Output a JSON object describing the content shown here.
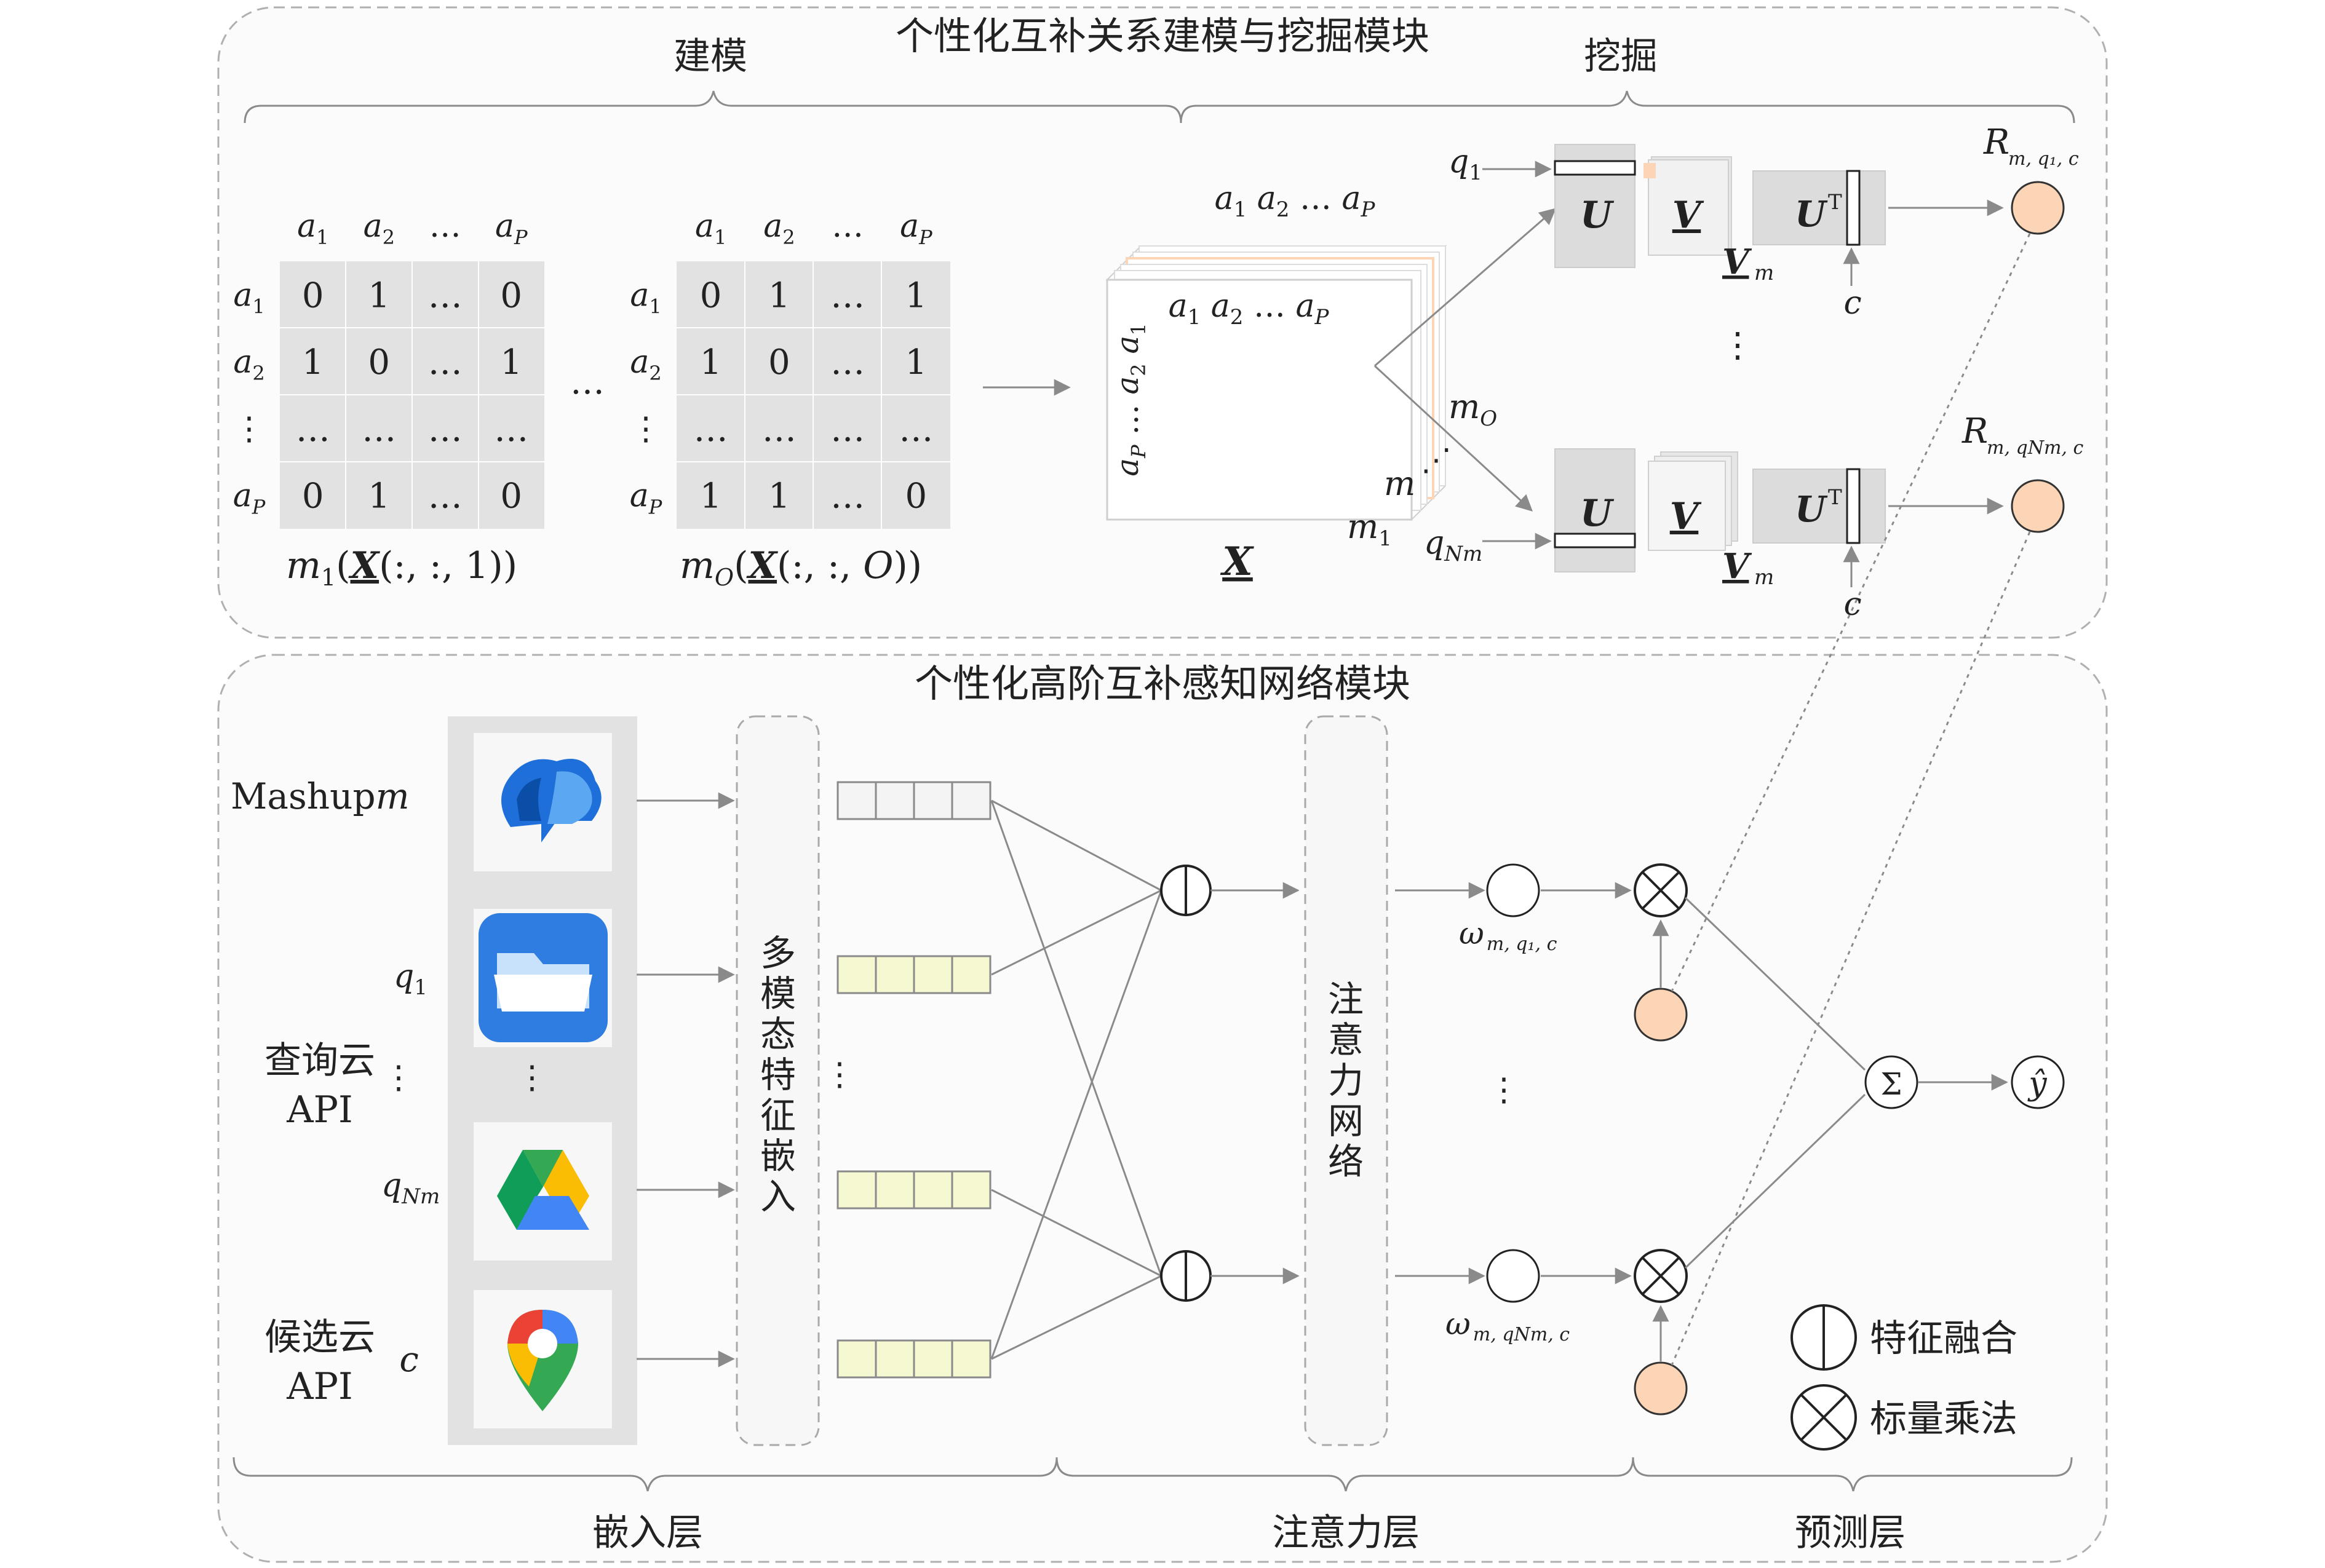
{
  "top_module": {
    "title": "个性化互补关系建模与挖掘模块",
    "modeling_label": "建模",
    "mining_label": "挖掘"
  },
  "matrix_1": {
    "col_headers": [
      "a",
      "a",
      "…",
      "a"
    ],
    "col_subs": [
      "1",
      "2",
      "",
      "P"
    ],
    "row_headers": [
      "a",
      "a",
      "⋮",
      "a"
    ],
    "row_subs": [
      "1",
      "2",
      "",
      "P"
    ],
    "rows": [
      [
        "0",
        "1",
        "…",
        "0"
      ],
      [
        "1",
        "0",
        "…",
        "1"
      ],
      [
        "…",
        "…",
        "…",
        "…"
      ],
      [
        "0",
        "1",
        "…",
        "0"
      ]
    ],
    "caption": "m₁(X(:, :, 1))"
  },
  "matrix_dots": "…",
  "matrix_2": {
    "rows": [
      [
        "0",
        "1",
        "…",
        "1"
      ],
      [
        "1",
        "0",
        "…",
        "1"
      ],
      [
        "…",
        "…",
        "…",
        "…"
      ],
      [
        "1",
        "1",
        "…",
        "0"
      ]
    ],
    "caption": "mO(X(:, :, O))"
  },
  "tensor": {
    "label": "X",
    "front_cols": "a₁  a₂  …  aP",
    "back_cols": "a₁  a₂  …  aP",
    "left_rows": "aP … a₂  a₁",
    "slice_mO": "mO",
    "slice_m": "m",
    "slice_m1": "m₁",
    "dots": "⋰"
  },
  "mining": {
    "q1": "q₁",
    "qNm": "qNm",
    "U": "U",
    "V": "V",
    "UT": "Uᵀ",
    "Vm": "V",
    "Vm_sub": "m",
    "c": "c",
    "vdots": "⋮",
    "R_top": "R",
    "R_top_sub": "m, q₁, c",
    "R_bottom": "R",
    "R_bottom_sub": "m, qNm, c"
  },
  "bottom_module": {
    "title": "个性化高阶互补感知网络模块",
    "mashup_label": "Mashupm",
    "q1": "q₁",
    "query_label_1": "查询云",
    "query_label_2": "API",
    "vdots": "⋮",
    "qNm": "qNm",
    "cand_label_1": "候选云",
    "cand_label_2": "API",
    "c": "c",
    "embed_box": "多模态特征嵌入",
    "attention_box": "注意力网络",
    "omega_top": "ω",
    "omega_top_sub": "m, q₁, c",
    "omega_bottom": "ω",
    "omega_bottom_sub": "m, qNm, c",
    "sum_symbol": "Σ",
    "y_hat": "ŷ",
    "legend_fusion": "特征融合",
    "legend_mult": "标量乘法",
    "layer_embed": "嵌入层",
    "layer_attn": "注意力层",
    "layer_pred": "预测层"
  },
  "icons": [
    "cloud-chat-icon",
    "folder-icon",
    "drive-icon",
    "maps-pin-icon"
  ],
  "colors": {
    "gray_cell": "#e2e2e2",
    "peach": "#fbd5b5",
    "yellow_cell": "#f6f8d2",
    "border": "#9a9a9a",
    "line": "#8a8a8a",
    "dashed": "#b0b0b0"
  }
}
